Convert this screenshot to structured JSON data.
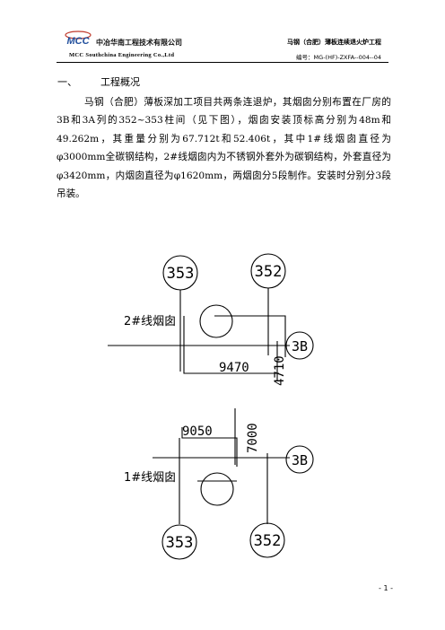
{
  "header": {
    "company_cn": "中冶华南工程技术有限公司",
    "company_en": "MCC  Southchina  Engineering  Co.,Ltd",
    "logo_text": "MCC",
    "project": "马钢（合肥）薄板连续退火炉工程",
    "doc_no": "编号：MG-(HF)-ZXFA--004--04"
  },
  "section": {
    "number": "一、",
    "title": "工程概况"
  },
  "paragraph": "马钢（合肥）薄板深加工项目共两条连退炉，其烟囱分别布置在厂房的3B和3A列的352~353柱间（见下图），烟囱安装顶标高分别为48m和49.262m，其重量分别为67.712t和52.406t，其中1#线烟囱直径为φ3000mm全碳钢结构，2#线烟囱内为不锈钢外套外为碳钢结构，外套直径为φ3420mm，内烟囱直径为φ1620mm，两烟囱分5段制作。安装时分别分3段吊装。",
  "diagram_top": {
    "col_left": "353",
    "col_right": "352",
    "line_label": "2#线烟囱",
    "axis": "3B",
    "dim_h": "9470",
    "dim_v": "4710"
  },
  "diagram_bottom": {
    "col_left": "353",
    "col_right": "352",
    "line_label": "1#线烟囱",
    "axis": "3B",
    "dim_h": "9050",
    "dim_v": "7000"
  },
  "page_number": "- 1 -"
}
